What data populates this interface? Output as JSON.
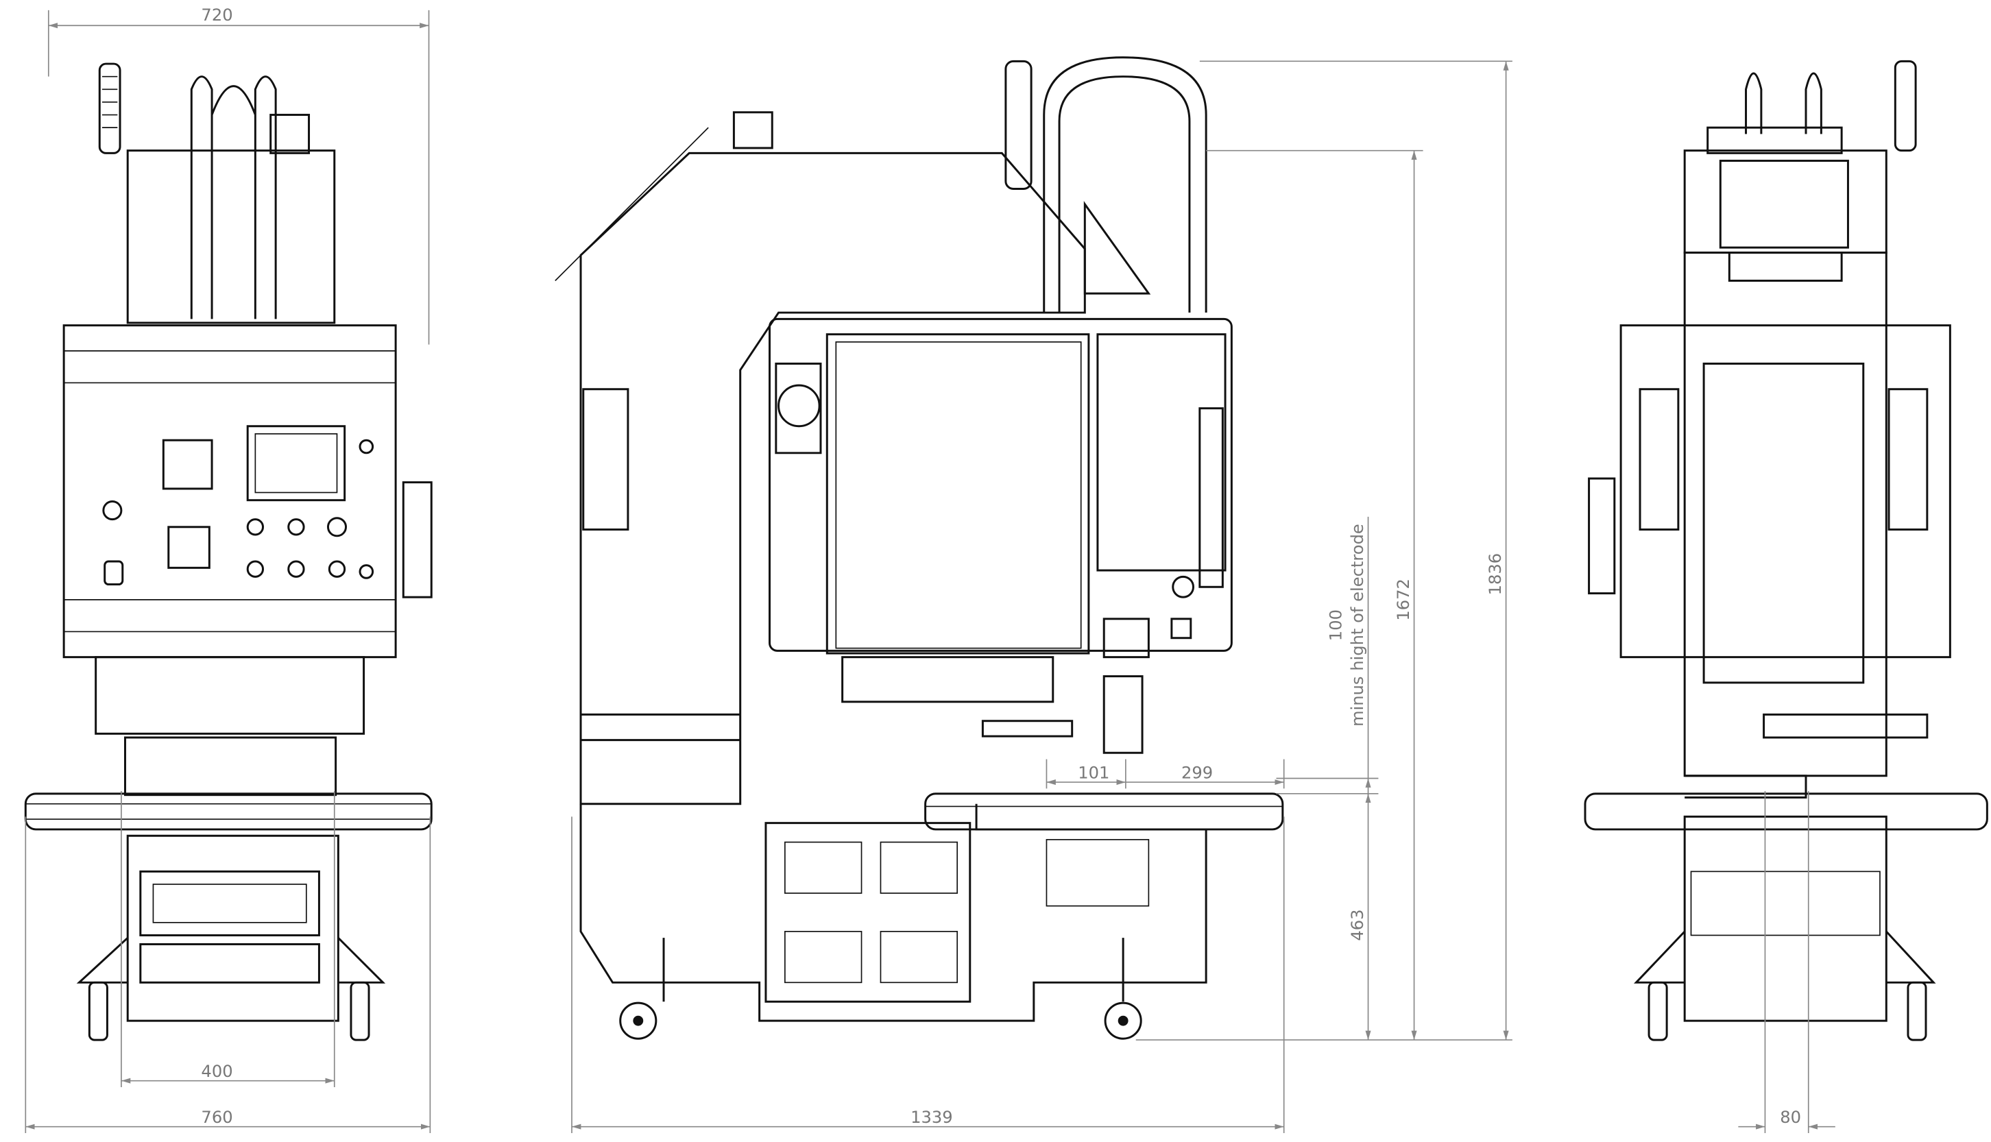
{
  "drawing": {
    "title": "Machine dimension drawing - front, side and rear views",
    "dimensions": {
      "front_top_width": "720",
      "front_bottom_width": "760",
      "front_wheel_spacing": "400",
      "side_length": "1339",
      "electrode_offset_left": "101",
      "electrode_offset_right": "299",
      "electrode_note_value": "100",
      "electrode_note_text": "minus hight of electrode",
      "height_to_table": "463",
      "height_body": "1672",
      "height_total": "1836",
      "rear_offset": "80"
    },
    "colors": {
      "line": "#111111",
      "dimension": "#888888"
    }
  }
}
